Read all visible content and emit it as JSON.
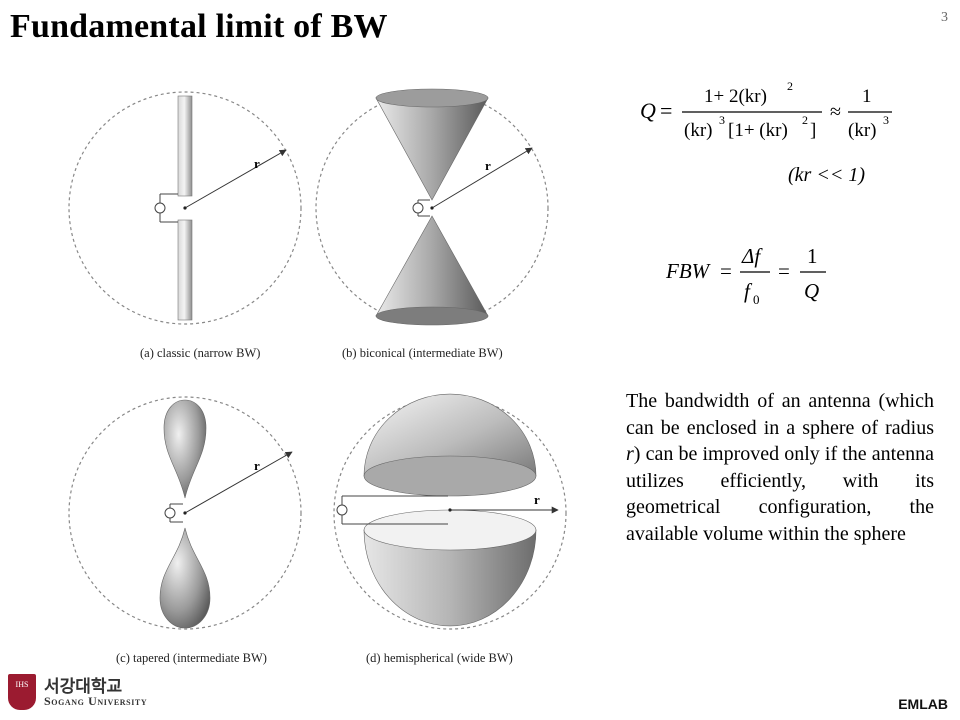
{
  "slide": {
    "title": "Fundamental limit of BW",
    "page_number": "3",
    "footer_label": "EMLAB"
  },
  "figure": {
    "radius_label": "r",
    "captions": {
      "a": "(a) classic (narrow BW)",
      "b": "(b) biconical (intermediate BW)",
      "c": "(c) tapered (intermediate BW)",
      "d": "(d) hemispherical (wide BW)"
    }
  },
  "formulas": {
    "q_lhs": "Q",
    "q_eq": "=",
    "q_num": "1+ 2(kr)",
    "q_num_exp": "2",
    "q_den_a": "(kr)",
    "q_den_a_exp": "3",
    "q_den_b": "[1+ (kr)",
    "q_den_b_exp": "2",
    "q_den_c": "]",
    "approx": "≈",
    "q2_num": "1",
    "q2_den": "(kr)",
    "q2_den_exp": "3",
    "condition": "(kr << 1)",
    "fbw_lhs": "FBW",
    "fbw_eq1": "=",
    "fbw_num": "Δf",
    "fbw_den": "f",
    "fbw_den_sub": "0",
    "fbw_eq2": "=",
    "fbw_num2": "1",
    "fbw_den2": "Q"
  },
  "description": {
    "pre": "The bandwidth of an antenna (which can be enclosed in a sphere of radius ",
    "em": "r",
    "post": ") can be improved only if the antenna utilizes efficiently, with its geometrical configuration, the available volume within the sphere"
  },
  "logo": {
    "shield_text": "IHS",
    "korean": "서강대학교",
    "english": "Sogang University"
  }
}
